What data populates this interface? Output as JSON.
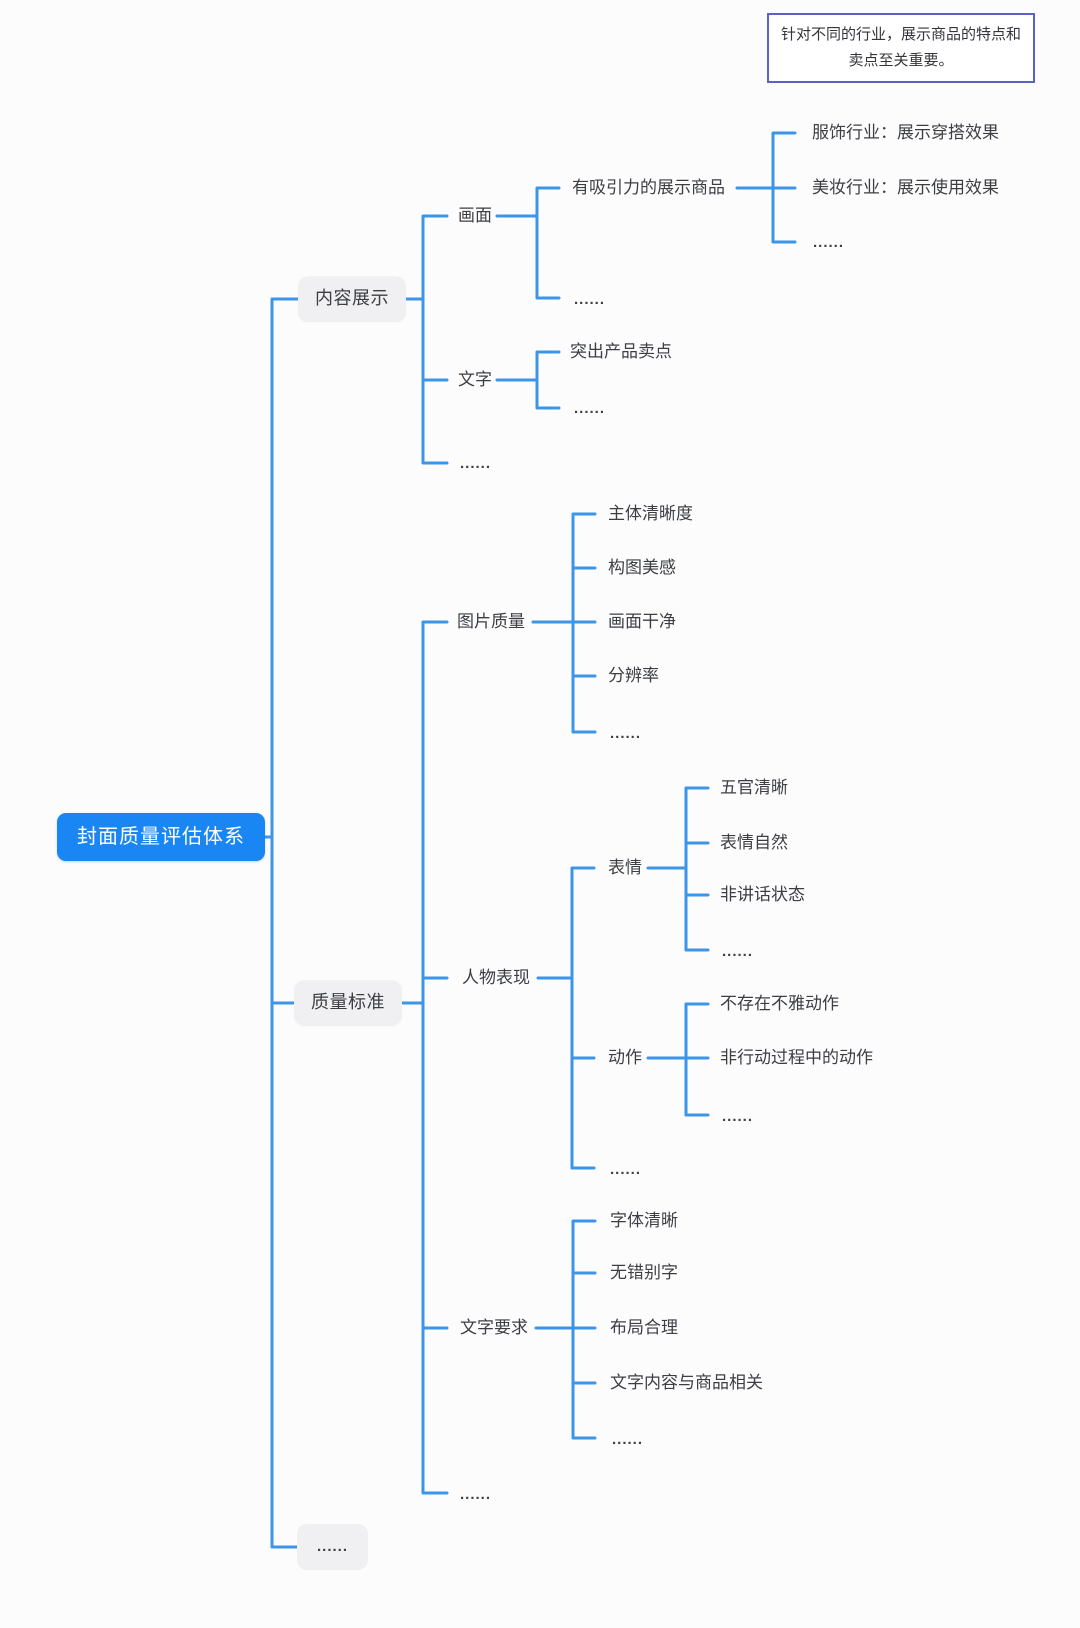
{
  "note": {
    "text": "针对不同的行业，展示商品的特点和卖点至关重要。"
  },
  "colors": {
    "accent": "#1a86f3",
    "line": "#3b95e8",
    "node_box": "#f0f0f2",
    "text": "#3c3e43",
    "note_border": "#5c61c9"
  },
  "mindmap": {
    "root": {
      "label": "封面质量评估体系"
    },
    "branches": [
      {
        "label": "内容展示",
        "children": [
          {
            "label": "画面",
            "children": [
              {
                "label": "有吸引力的展示商品",
                "children": [
                  {
                    "label": "服饰行业：展示穿搭效果"
                  },
                  {
                    "label": "美妆行业：展示使用效果"
                  },
                  {
                    "label": "......"
                  }
                ]
              },
              {
                "label": "......"
              }
            ]
          },
          {
            "label": "文字",
            "children": [
              {
                "label": "突出产品卖点"
              },
              {
                "label": "......"
              }
            ]
          },
          {
            "label": "......"
          }
        ]
      },
      {
        "label": "质量标准",
        "children": [
          {
            "label": "图片质量",
            "children": [
              {
                "label": "主体清晰度"
              },
              {
                "label": "构图美感"
              },
              {
                "label": "画面干净"
              },
              {
                "label": "分辨率"
              },
              {
                "label": "......"
              }
            ]
          },
          {
            "label": "人物表现",
            "children": [
              {
                "label": "表情",
                "children": [
                  {
                    "label": "五官清晰"
                  },
                  {
                    "label": "表情自然"
                  },
                  {
                    "label": "非讲话状态"
                  },
                  {
                    "label": "......"
                  }
                ]
              },
              {
                "label": "动作",
                "children": [
                  {
                    "label": "不存在不雅动作"
                  },
                  {
                    "label": "非行动过程中的动作"
                  },
                  {
                    "label": "......"
                  }
                ]
              },
              {
                "label": "......"
              }
            ]
          },
          {
            "label": "文字要求",
            "children": [
              {
                "label": "字体清晰"
              },
              {
                "label": "无错别字"
              },
              {
                "label": "布局合理"
              },
              {
                "label": "文字内容与商品相关"
              },
              {
                "label": "......"
              }
            ]
          },
          {
            "label": "......"
          }
        ]
      },
      {
        "label": "......"
      }
    ]
  }
}
